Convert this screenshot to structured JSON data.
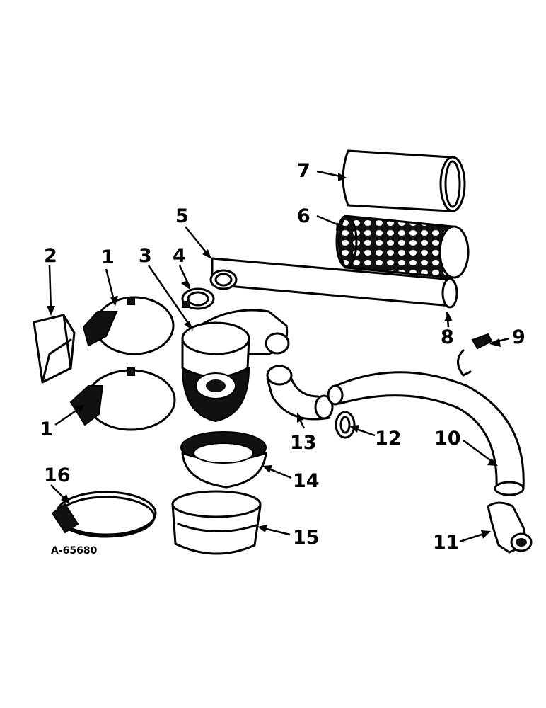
{
  "diagram": {
    "reference_code": "A-65680",
    "callouts": [
      {
        "id": "c1a",
        "label": "1"
      },
      {
        "id": "c1b",
        "label": "1"
      },
      {
        "id": "c2",
        "label": "2"
      },
      {
        "id": "c3",
        "label": "3"
      },
      {
        "id": "c4",
        "label": "4"
      },
      {
        "id": "c5",
        "label": "5"
      },
      {
        "id": "c6",
        "label": "6"
      },
      {
        "id": "c7",
        "label": "7"
      },
      {
        "id": "c8",
        "label": "8"
      },
      {
        "id": "c9",
        "label": "9"
      },
      {
        "id": "c10",
        "label": "10"
      },
      {
        "id": "c11",
        "label": "11"
      },
      {
        "id": "c12",
        "label": "12"
      },
      {
        "id": "c13",
        "label": "13"
      },
      {
        "id": "c14",
        "label": "14"
      },
      {
        "id": "c15",
        "label": "15"
      },
      {
        "id": "c16",
        "label": "16"
      }
    ]
  }
}
